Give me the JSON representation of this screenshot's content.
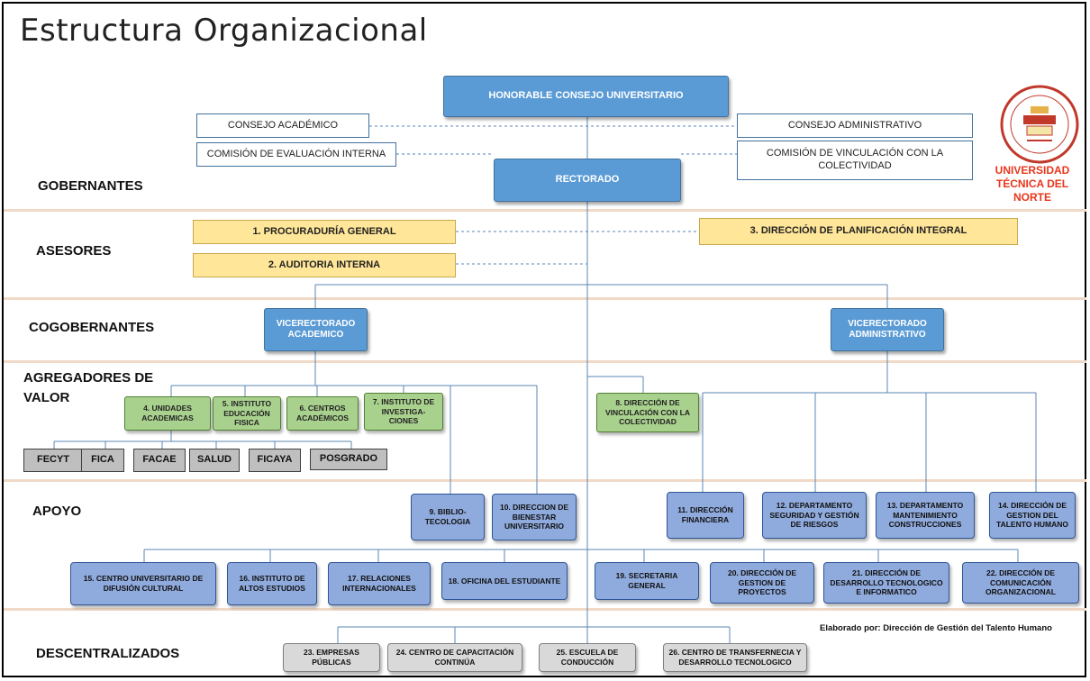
{
  "title": "Estructura Organizacional",
  "colors": {
    "blue": "#5b9bd5",
    "yellow": "#ffe699",
    "green": "#a9d18e",
    "purple": "#8faadc",
    "gray": "#bfbfbf",
    "light_gray": "#d9d9d9",
    "brand_red": "#e8361b",
    "band": "#f0d9c6"
  },
  "sections": {
    "gobernantes": "GOBERNANTES",
    "asesores": "ASESORES",
    "cogobernantes": "COGOBERNANTES",
    "agregadores": "AGREGADORES DE VALOR",
    "apoyo": "APOYO",
    "descentralizados": "DESCENTRALIZADOS"
  },
  "governing": {
    "consejo_universitario": "HONORABLE CONSEJO UNIVERSITARIO",
    "rectorado": "RECTORADO",
    "consejo_academico": "CONSEJO ACADÉMICO",
    "comision_evaluacion": "COMISIÓN DE EVALUACIÓN INTERNA",
    "consejo_administrativo": "CONSEJO ADMINISTRATIVO",
    "comision_vinculacion": "COMISIÓN DE VINCULACIÓN  CON LA COLECTIVIDAD"
  },
  "advisors": {
    "procuraduria": "1. PROCURADURÍA GENERAL",
    "auditoria": "2. AUDITORIA INTERNA",
    "planificacion": "3. DIRECCIÓN DE PLANIFICACIÓN INTEGRAL"
  },
  "cogoverning": {
    "vice_academico": "VICERECTORADO ACADEMICO",
    "vice_administrativo": "VICERECTORADO ADMINISTRATIVO"
  },
  "value_adders": {
    "unidades": "4. UNIDADES ACADEMICAS",
    "educacion_fisica": "5. INSTITUTO EDUCACIÓN FISICA",
    "centros": "6. CENTROS ACADÉMICOS",
    "investigaciones": "7. INSTITUTO DE INVESTIGA- CIONES",
    "vinculacion": "8. DIRECCIÓN DE VINCULACIÓN CON LA COLECTIVIDAD"
  },
  "faculties": [
    "FECYT",
    "FICA",
    "FACAE",
    "SALUD",
    "FICAYA",
    "POSGRADO"
  ],
  "support": {
    "biblio": "9. BIBLIO- TECOLOGIA",
    "bienestar": "10. DIRECCION DE BIENESTAR UNIVERSITARIO",
    "financiera": "11. DIRECCIÓN FINANCIERA",
    "seguridad": "12. DEPARTAMENTO SEGURIDAD Y GESTIÓN DE RIESGOS",
    "mantenimiento": "13. DEPARTAMENTO MANTENIMIENTO CONSTRUCCIONES",
    "talento": "14. DIRECCIÓN DE GESTION DEL TALENTO HUMANO"
  },
  "units": {
    "difusion": "15. CENTRO UNIVERSITARIO DE DIFUSIÓN CULTURAL",
    "altos": "16. INSTITUTO DE ALTOS ESTUDIOS",
    "relaciones": "17. RELACIONES INTERNACIONALES",
    "oficina": "18. OFICINA DEL ESTUDIANTE",
    "secretaria": "19. SECRETARIA GENERAL",
    "proyectos": "20. DIRECCIÓN DE GESTION DE PROYECTOS",
    "tecnologico": "21. DIRECCIÓN DE DESARROLLO TECNOLOGICO E INFORMATICO",
    "comunicacion": "22. DIRECCIÓN DE COMUNICACIÓN ORGANIZACIONAL"
  },
  "decentralized": {
    "empresas": "23. EMPRESAS PÚBLICAS",
    "capacitacion": "24. CENTRO DE CAPACITACIÓN CONTINÚA",
    "escuela": "25. ESCUELA DE CONDUCCIÓN",
    "transferencia": "26. CENTRO DE TRANSFERNECIA Y DESARROLLO TECNOLOGICO"
  },
  "credit": "Elaborado  por: Dirección de Gestión del Talento Humano",
  "brand": {
    "line1": "UNIVERSIDAD",
    "line2": "TÉCNICA DEL NORTE"
  }
}
